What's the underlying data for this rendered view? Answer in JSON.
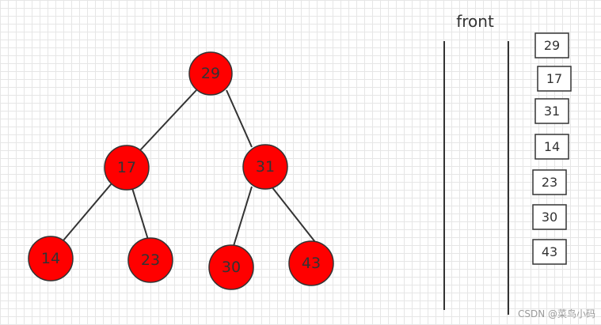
{
  "tree": {
    "node_color": "#ff0000",
    "edge_color": "#333333",
    "nodes": [
      {
        "id": "n29",
        "label": "29"
      },
      {
        "id": "n17",
        "label": "17"
      },
      {
        "id": "n31",
        "label": "31"
      },
      {
        "id": "n14",
        "label": "14"
      },
      {
        "id": "n23",
        "label": "23"
      },
      {
        "id": "n30",
        "label": "30"
      },
      {
        "id": "n43",
        "label": "43"
      }
    ],
    "edges": [
      [
        "n29",
        "n17"
      ],
      [
        "n29",
        "n31"
      ],
      [
        "n17",
        "n14"
      ],
      [
        "n17",
        "n23"
      ],
      [
        "n31",
        "n30"
      ],
      [
        "n31",
        "n43"
      ]
    ]
  },
  "queue": {
    "label": "front",
    "items": [
      "29",
      "17",
      "31",
      "14",
      "23",
      "30",
      "43"
    ]
  },
  "watermark": "CSDN @菜鸟小码"
}
